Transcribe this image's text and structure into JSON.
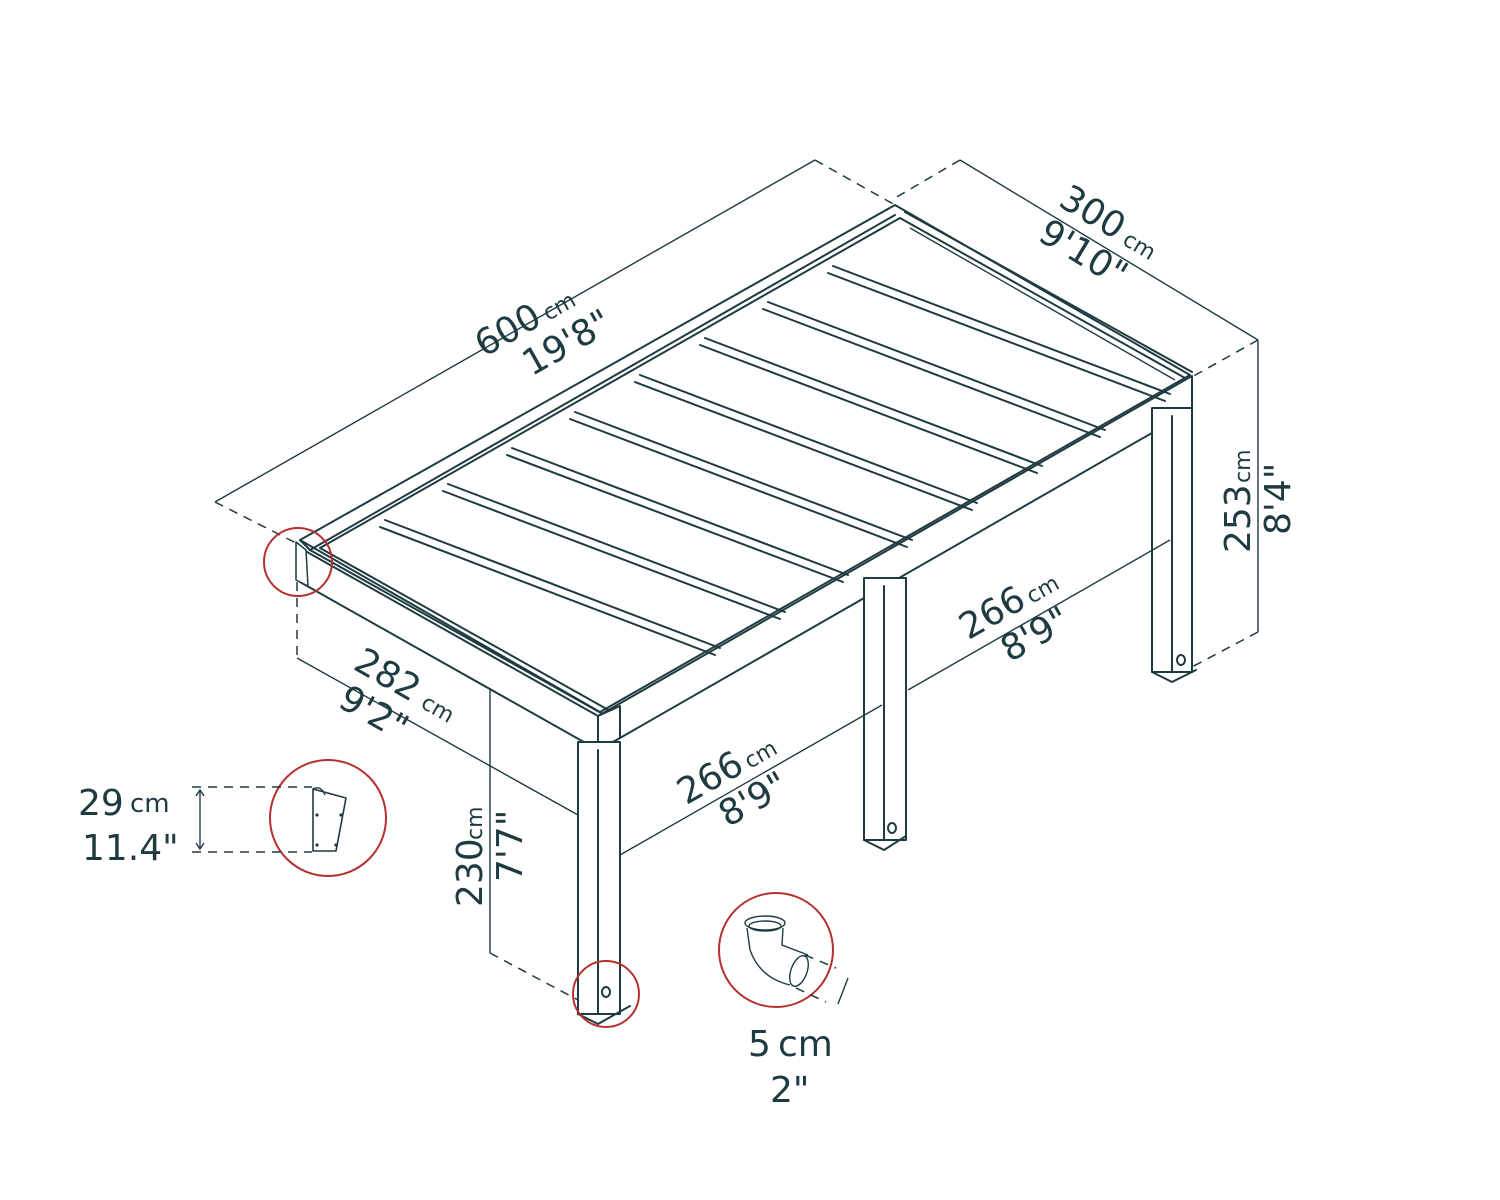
{
  "diagram": {
    "subject": "Pergola dimensions diagram (isometric)",
    "colors": {
      "line": "#1f3b42",
      "callout_circle": "#b5302f",
      "background": "#ffffff"
    },
    "dimensions": {
      "length": {
        "value": "600",
        "unit": "cm",
        "imperial": "19'8\""
      },
      "width": {
        "value": "300",
        "unit": "cm",
        "imperial": "9'10\""
      },
      "back_height": {
        "value": "253",
        "unit": "cm",
        "imperial": "8'4\""
      },
      "front_height": {
        "value": "230",
        "unit": "cm",
        "imperial": "7'7\""
      },
      "side_span": {
        "value": "282",
        "unit": "cm",
        "imperial": "9'2\""
      },
      "front_post_span": {
        "value": "266",
        "unit": "cm",
        "imperial": "8'9\""
      },
      "back_post_span": {
        "value": "266",
        "unit": "cm",
        "imperial": "8'9\""
      },
      "gutter_bracket": {
        "value": "29",
        "unit": "cm",
        "imperial": "11.4\""
      },
      "downspout_elbow": {
        "value": "5",
        "unit": "cm",
        "imperial": "2\""
      }
    },
    "callouts": [
      "corner-bracket-detail",
      "post-base-detail",
      "gutter-bracket-detail",
      "downspout-elbow-detail"
    ]
  }
}
